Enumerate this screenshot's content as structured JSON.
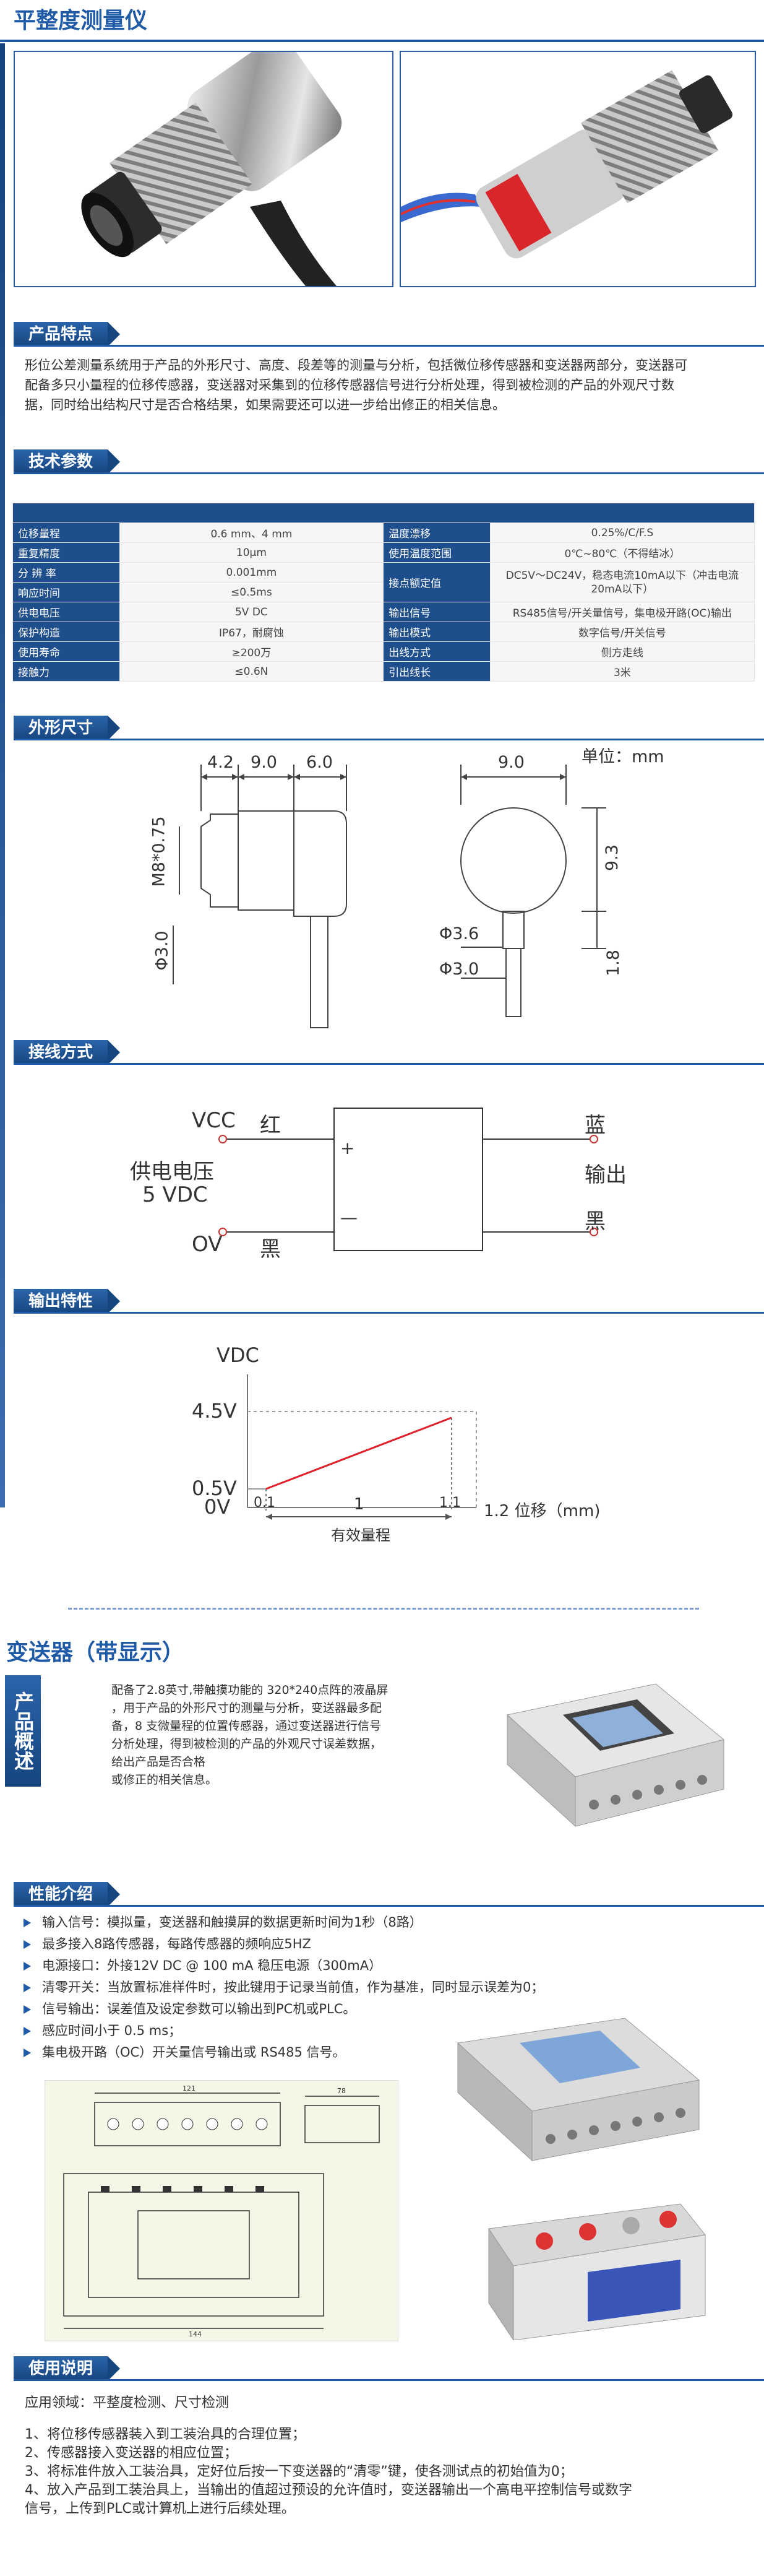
{
  "title": "平整度测量仪",
  "sections": {
    "features": "产品特点",
    "params": "技术参数",
    "dimensions": "外形尺寸",
    "wiring": "接线方式",
    "output": "输出特性",
    "performance": "性能介绍",
    "usage": "使用说明"
  },
  "features_text": [
    "形位公差测量系统用于产品的外形尺寸、高度、段差等的测量与分析，包括微位移传感器和变送器两部分，变送器可",
    "配备多只小量程的位移传感器，变送器对采集到的位移传感器信号进行分析处理，得到被检测的产品的外观尺寸数",
    "据，同时给出结构尺寸是否合格结果，如果需要还可以进一步给出修正的相关信息。"
  ],
  "spec_rows": [
    {
      "k1": "位移量程",
      "v1": "0.6 mm、4 mm",
      "k2": "温度漂移",
      "v2": "0.25%/C/F.S"
    },
    {
      "k1": "重复精度",
      "v1": "10μm",
      "k2": "使用温度范围",
      "v2": "0℃~80℃（不得结冰）"
    },
    {
      "k1": "分 辨 率",
      "v1": "0.001mm",
      "k2": "接点额定值",
      "v2": "DC5V～DC24V，稳态电流10mA以下（冲击电流20mA以下）"
    },
    {
      "k1": "响应时间",
      "v1": "≤0.5ms"
    },
    {
      "k1": "供电电压",
      "v1": "5V DC",
      "k2": "输出信号",
      "v2": "RS485信号/开关量信号，集电极开路(OC)输出"
    },
    {
      "k1": "保护构造",
      "v1": "IP67，耐腐蚀",
      "k2": "输出模式",
      "v2": "数字信号/开关信号"
    },
    {
      "k1": "使用寿命",
      "v1": "≥200万",
      "k2": "出线方式",
      "v2": "侧方走线"
    },
    {
      "k1": "接触力",
      "v1": "≤0.6N",
      "k2": "引出线长",
      "v2": "3米"
    }
  ],
  "dims": {
    "unit": "单位：mm",
    "d1": "4.2",
    "d2": "9.0",
    "d3": "6.0",
    "m8": "M8*0.75",
    "phi3a": "Φ3.0",
    "d4": "9.0",
    "d5": "9.3",
    "phi36": "Φ3.6",
    "d6": "1.8",
    "phi3b": "Φ3.0"
  },
  "wiring": {
    "vcc": "VCC",
    "red": "红",
    "supply": "供电电压",
    "v5": "5 VDC",
    "ov": "OV",
    "black_l": "黑",
    "plus": "+",
    "minus": "—",
    "blue": "蓝",
    "out": "输出",
    "black_r": "黑"
  },
  "output_chart": {
    "ylabel": "VDC",
    "y1": "4.5V",
    "y2": "0.5V",
    "y0": "0V",
    "x1": "0.1",
    "x2": "1",
    "x3": "1.1",
    "x4": "1.2 位移（mm)",
    "range": "有效量程"
  },
  "transmitter": {
    "title": "变送器（带显示）",
    "side_label": "产品概述",
    "overview": [
      "配备了2.8英寸,带触摸功能的 320*240点阵的液晶屏",
      "，用于产品的外形尺寸的测量与分析，变送器最多配",
      "备，8 支微量程的位置传感器，通过变送器进行信号",
      "分析处理，得到被检测的产品的外观尺寸误差数据，",
      "给出产品是否合格",
      "或修正的相关信息。"
    ]
  },
  "performance": [
    "输入信号：模拟量，变送器和触摸屏的数据更新时间为1秒（8路）",
    "最多接入8路传感器，每路传感器的频响应5HZ",
    "电源接口：外接12V DC @ 100 mA 稳压电源（300mA）",
    "清零开关：当放置标准样件时，按此键用于记录当前值，作为基准，同时显示误差为0；",
    "信号输出：误差值及设定参数可以输出到PC机或PLC。",
    "感应时间小于 0.5 ms；",
    "集电极开路（OC）开关量信号输出或 RS485 信号。"
  ],
  "drawing_dims": {
    "a": "121",
    "b": "78",
    "c": "144"
  },
  "usage": {
    "field": "应用领域：平整度检测、尺寸检测",
    "steps": [
      "1、将位移传感器装入到工装治具的合理位置；",
      "2、传感器接入变送器的相应位置；",
      "3、将标准件放入工装治具，定好位后按一下变送器的“清零”键，使各测试点的初始值为0；",
      "4、放入产品到工装治具上，当输出的值超过预设的允许值时，变送器输出一个高电平控制信号或数字",
      "信号，上传到PLC或计算机上进行后续处理。"
    ]
  },
  "colors": {
    "accent": "#1f5aa6",
    "key_bg": "#1e4f8c",
    "chart_red": "#e0202b"
  }
}
